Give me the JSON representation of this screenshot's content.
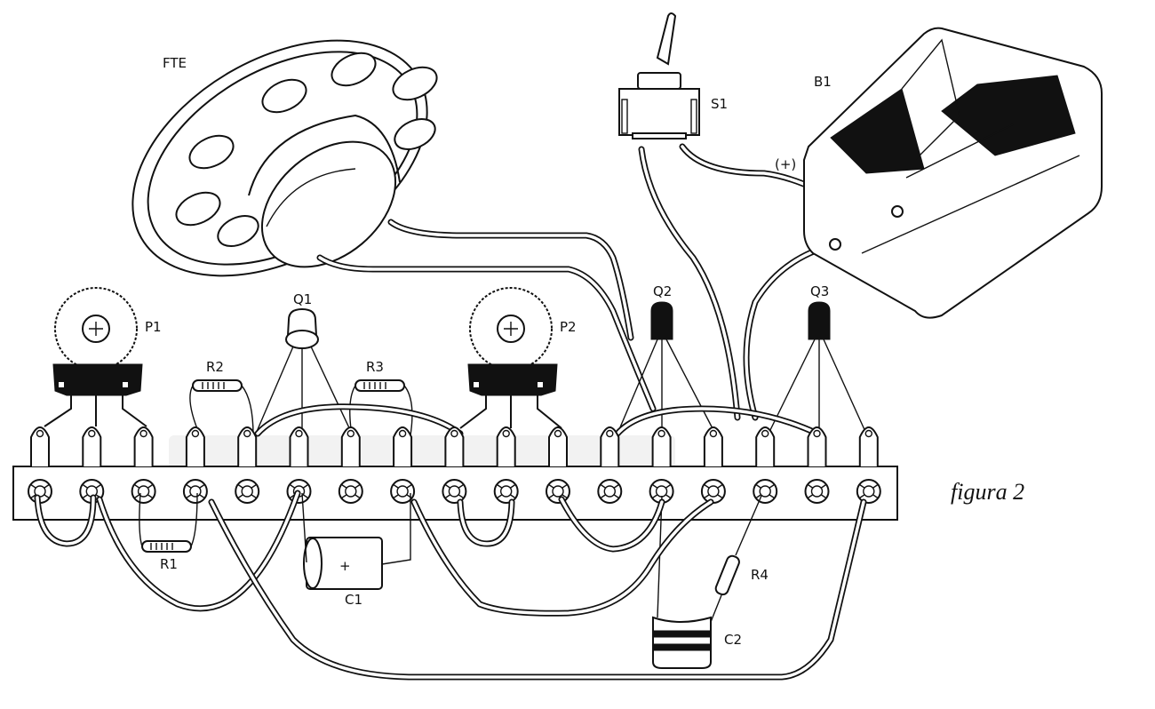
{
  "figure": {
    "caption": "figura 2",
    "title": "Wiring diagram on terminal strip"
  },
  "components": {
    "speaker": {
      "label": "FTE"
    },
    "switch": {
      "label": "S1"
    },
    "battery": {
      "label": "B1",
      "polarity_label": "(+)"
    },
    "pot1": {
      "label": "P1"
    },
    "pot2": {
      "label": "P2"
    },
    "transistor1": {
      "label": "Q1"
    },
    "transistor2": {
      "label": "Q2"
    },
    "transistor3": {
      "label": "Q3"
    },
    "resistor1": {
      "label": "R1"
    },
    "resistor2": {
      "label": "R2"
    },
    "resistor3": {
      "label": "R3"
    },
    "resistor4": {
      "label": "R4"
    },
    "capacitor1": {
      "label": "C1",
      "polarity": "+"
    },
    "capacitor2": {
      "label": "C2"
    }
  },
  "terminal_strip": {
    "terminal_count": 17
  }
}
